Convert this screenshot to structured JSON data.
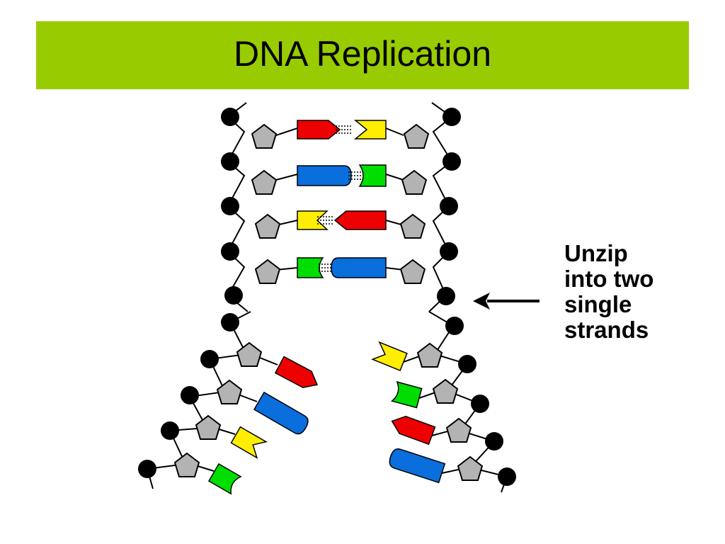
{
  "title": "DNA Replication",
  "annotation": {
    "lines": [
      "Unzip",
      "into two",
      "single",
      "strands"
    ]
  },
  "colors": {
    "title_bar": "#99cc00",
    "sugar": "#b3b3b3",
    "phosphate": "#000000",
    "base_red": "#ee0000",
    "base_blue": "#0a6edc",
    "base_yellow": "#ffee00",
    "base_green": "#00dd00"
  },
  "icons": {
    "sugar": "pentagon-icon",
    "phosphate": "circle-icon",
    "arrow": "arrow-left-icon"
  },
  "ladder": {
    "pairs": [
      {
        "left": "red-arrow-base",
        "right": "yellow-notch-base"
      },
      {
        "left": "blue-round-base",
        "right": "green-cup-base"
      },
      {
        "left": "yellow-notch-base",
        "right": "red-arrow-base"
      },
      {
        "left": "green-cup-base",
        "right": "blue-round-base"
      }
    ]
  },
  "left_strand": [
    "red-arrow-base",
    "blue-round-base",
    "yellow-notch-base",
    "green-cup-base"
  ],
  "right_strand": [
    "yellow-notch-base",
    "green-cup-base",
    "red-arrow-base",
    "blue-round-base"
  ]
}
